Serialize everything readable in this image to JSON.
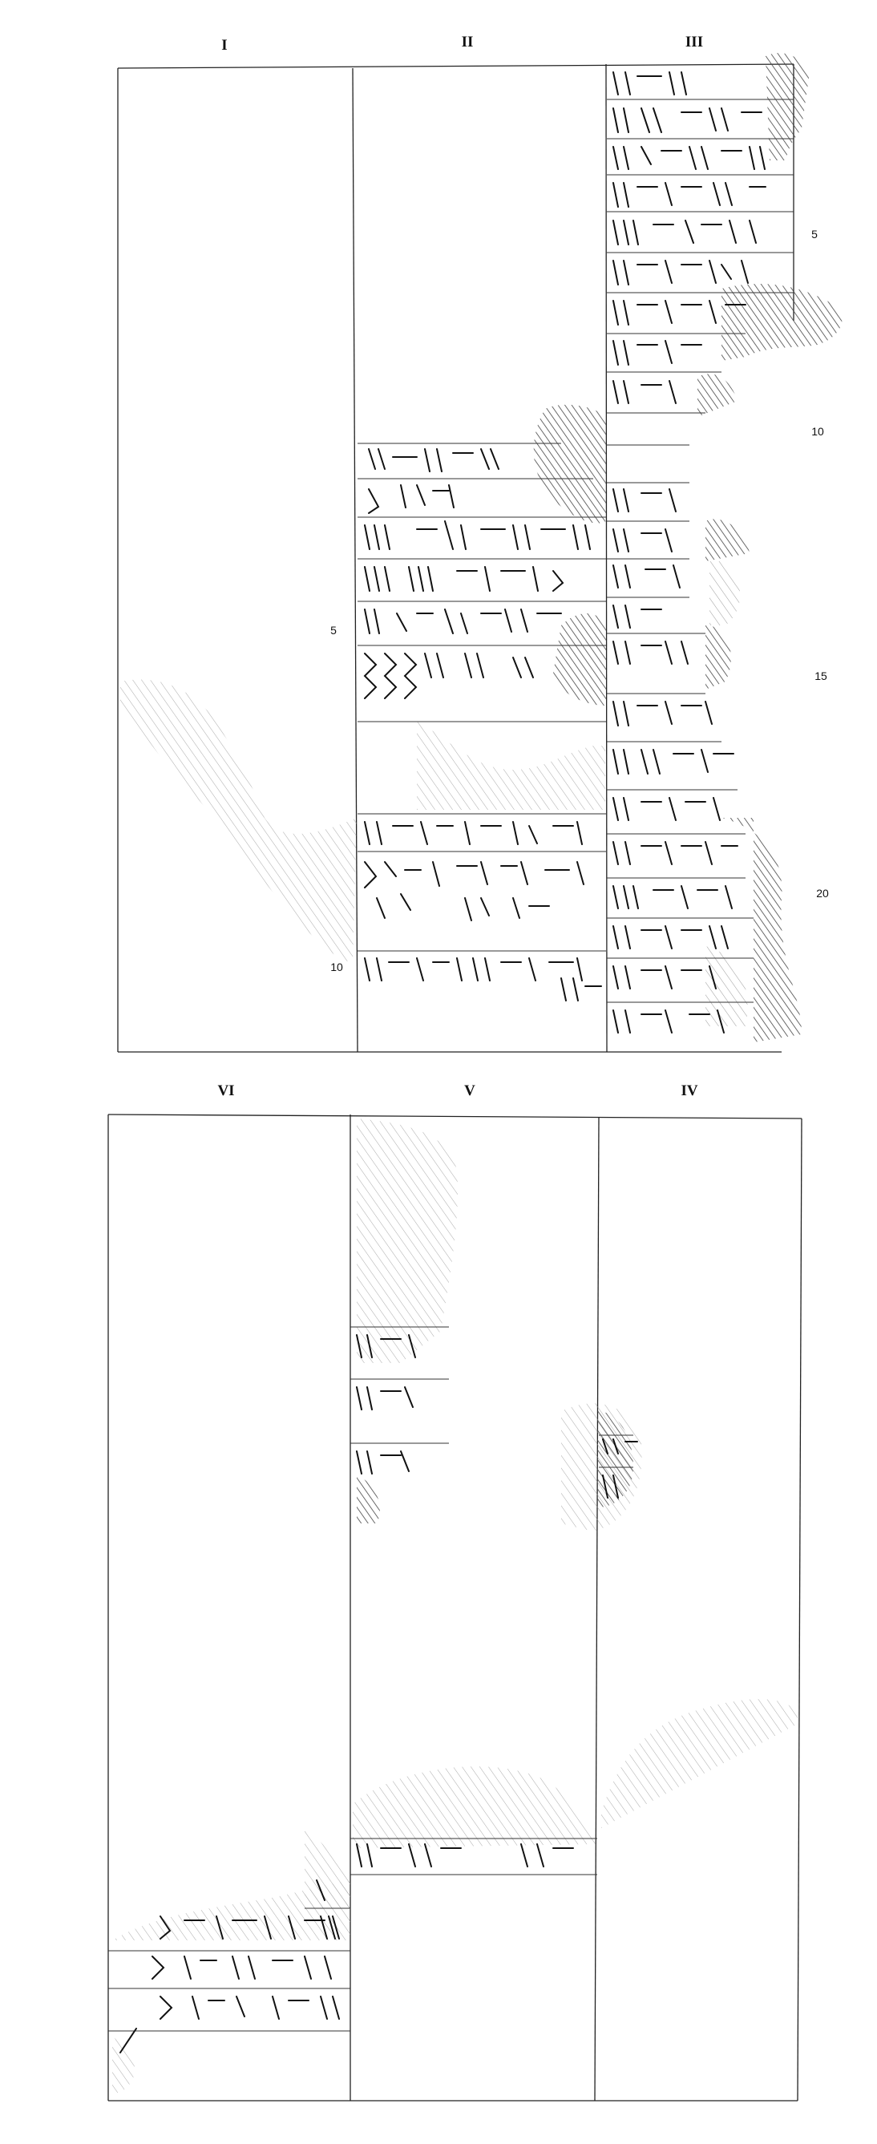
{
  "title": "",
  "obverse": {
    "columns": [
      {
        "id": "col-i",
        "label": "I"
      },
      {
        "id": "col-ii",
        "label": "II"
      },
      {
        "id": "col-iii",
        "label": "III"
      }
    ],
    "line_numbers_col_ii": [
      "5",
      "10"
    ],
    "line_numbers_col_iii": [
      "5",
      "10",
      "15",
      "20"
    ]
  },
  "reverse": {
    "columns": [
      {
        "id": "col-vi",
        "label": "VI"
      },
      {
        "id": "col-v",
        "label": "V"
      },
      {
        "id": "col-iv",
        "label": "IV"
      }
    ]
  },
  "colors": {
    "ink": "#1a1a1a",
    "hatch": "#555555",
    "paper": "#ffffff"
  }
}
